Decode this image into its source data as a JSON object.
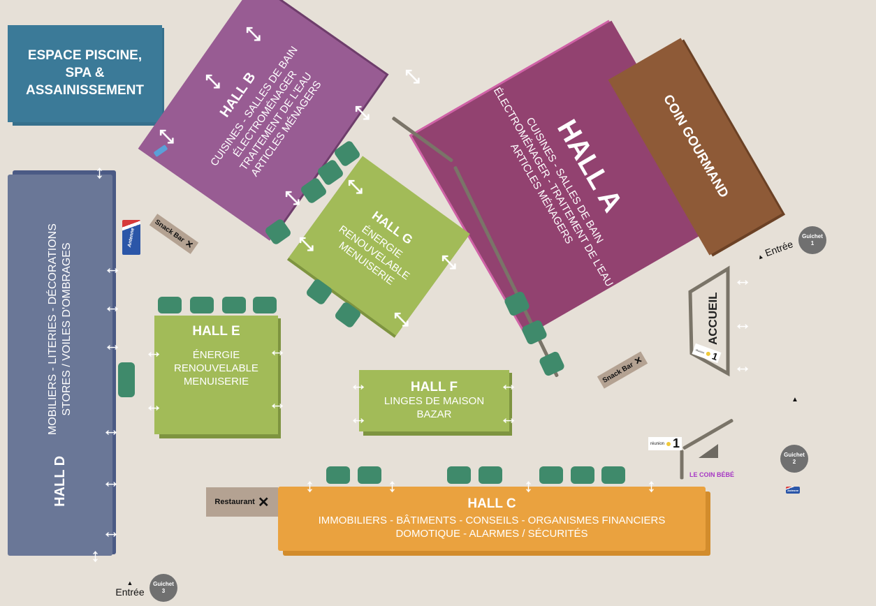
{
  "map": {
    "espace_piscine": {
      "lines": [
        "ESPACE PISCINE,",
        "SPA &",
        "ASSAINISSEMENT"
      ],
      "color": "#3b7a98"
    },
    "hall_a": {
      "title": "HALL A",
      "lines": [
        "CUISINES - SALLES DE BAIN",
        "ÉLECTROMÉNAGER - TRAITEMENT DE L'EAU",
        "ARTICLES MÉNAGERS"
      ],
      "color": "#924270"
    },
    "hall_b": {
      "title": "HALL B",
      "lines": [
        "CUISINES - SALLES DE BAIN",
        "ÉLECTROMÉNAGER",
        "TRAITEMENT DE L'EAU",
        "ARTICLES MÉNAGERS"
      ],
      "color": "#985c93"
    },
    "hall_c": {
      "title": "HALL C",
      "lines": [
        "IMMOBILIERS - BÂTIMENTS - CONSEILS - ORGANISMES FINANCIERS",
        "DOMOTIQUE - ALARMES / SÉCURITÉS"
      ],
      "color": "#eaa23f"
    },
    "hall_d": {
      "title": "HALL D",
      "lines": [
        "MOBILIERS - LITERIES - DÉCORATIONS",
        "STORES / VOILES D'OMBRAGES"
      ],
      "color": "#6a7797"
    },
    "hall_e": {
      "title": "HALL E",
      "lines": [
        "ÉNERGIE",
        "RENOUVELABLE",
        "MENUISERIE"
      ],
      "color": "#a2bb58"
    },
    "hall_f": {
      "title": "HALL F",
      "lines": [
        "LINGES DE MAISON",
        "BAZAR"
      ],
      "color": "#a2bb58"
    },
    "hall_g": {
      "title": "HALL G",
      "lines": [
        "ÉNERGIE",
        "RENOUVELABLE",
        "MENUISERIE"
      ],
      "color": "#a2bb58"
    },
    "coin_gourmand": {
      "label": "COIN GOURMAND",
      "color": "#8e5a37"
    },
    "accueil": {
      "label": "ACCUEIL"
    },
    "coin_bebe": {
      "label": "LE COIN BÉBÉ",
      "color": "#a637c4"
    },
    "snack_bar_1": {
      "label": "Snack Bar"
    },
    "snack_bar_2": {
      "label": "Snack Bar"
    },
    "restaurant": {
      "label": "Restaurant"
    },
    "entrances": [
      {
        "label": "Entrée"
      },
      {
        "label": "Entrée"
      }
    ],
    "guichets": [
      {
        "label": "Guichet",
        "number": "1"
      },
      {
        "label": "Guichet",
        "number": "2"
      },
      {
        "label": "Guichet",
        "number": "3"
      }
    ],
    "logos": {
      "reunion1": {
        "text": "réunion",
        "number": "1"
      },
      "antenne": {
        "text": "Antenne"
      }
    },
    "icons": {
      "arrow_h": "↔",
      "arrow_v": "↕",
      "arrow_diag": "⤡",
      "cutlery": "✕",
      "triangle": "▲"
    }
  }
}
